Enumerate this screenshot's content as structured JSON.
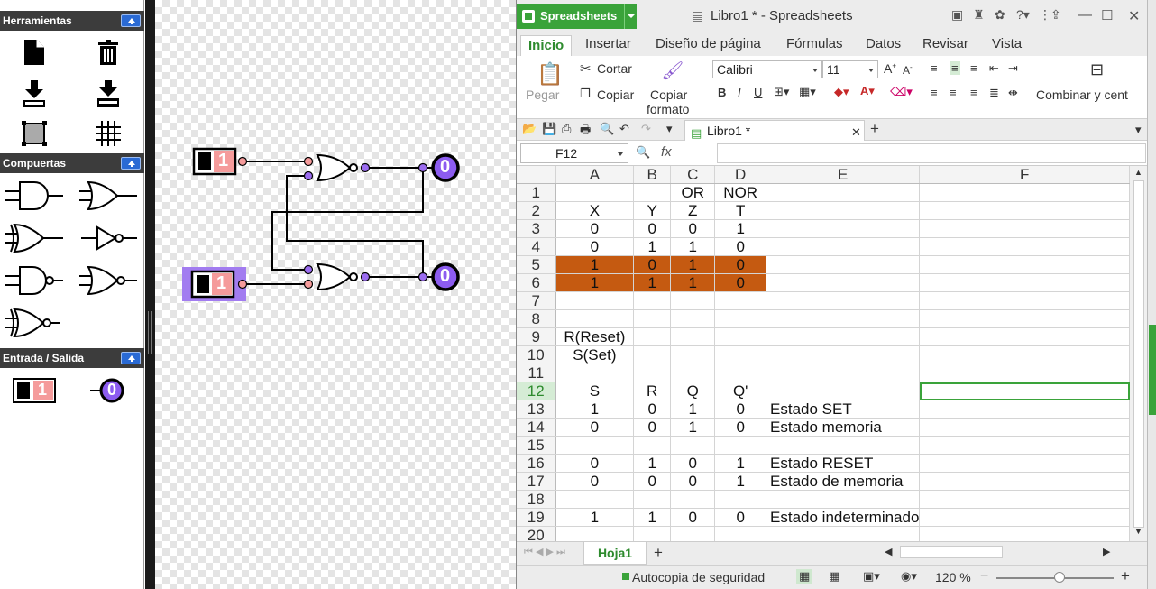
{
  "palette": {
    "sections": [
      {
        "title": "Herramientas"
      },
      {
        "title": "Compuertas"
      },
      {
        "title": "Entrada / Salida"
      }
    ],
    "io_input_value": "1",
    "io_output_value": "0"
  },
  "circuit": {
    "input_top_value": "1",
    "input_bottom_value": "1",
    "output_top_value": "0",
    "output_bottom_value": "0"
  },
  "app": {
    "name": "Spreadsheets",
    "doc_title": "Libro1 * - Spreadsheets",
    "tabs": [
      "Inicio",
      "Insertar",
      "Diseño de página",
      "Fórmulas",
      "Datos",
      "Revisar",
      "Vista"
    ],
    "active_tab": "Inicio"
  },
  "ribbon": {
    "pegar": "Pegar",
    "cortar": "Cortar",
    "copiar": "Copiar",
    "copiar_formato_1": "Copiar",
    "copiar_formato_2": "formato",
    "font_name": "Calibri",
    "font_size": "11",
    "combinar": "Combinar y cent"
  },
  "doc_tab": "Libro1 *",
  "name_box": "F12",
  "fx_label": "fx",
  "formula": "",
  "sheet": {
    "columns": [
      "A",
      "B",
      "C",
      "D",
      "E",
      "F"
    ],
    "rows": [
      {
        "n": "1",
        "cells": [
          "",
          "",
          "OR",
          "NOR",
          "",
          ""
        ]
      },
      {
        "n": "2",
        "cells": [
          "X",
          "Y",
          "Z",
          "T",
          "",
          ""
        ]
      },
      {
        "n": "3",
        "cells": [
          "0",
          "0",
          "0",
          "1",
          "",
          ""
        ]
      },
      {
        "n": "4",
        "cells": [
          "0",
          "1",
          "1",
          "0",
          "",
          ""
        ]
      },
      {
        "n": "5",
        "cells": [
          "1",
          "0",
          "1",
          "0",
          "",
          ""
        ]
      },
      {
        "n": "6",
        "cells": [
          "1",
          "1",
          "1",
          "0",
          "",
          ""
        ]
      },
      {
        "n": "7",
        "cells": [
          "",
          "",
          "",
          "",
          "",
          ""
        ]
      },
      {
        "n": "8",
        "cells": [
          "",
          "",
          "",
          "",
          "",
          ""
        ]
      },
      {
        "n": "9",
        "cells": [
          "R(Reset)",
          "",
          "",
          "",
          "",
          ""
        ]
      },
      {
        "n": "10",
        "cells": [
          "S(Set)",
          "",
          "",
          "",
          "",
          ""
        ]
      },
      {
        "n": "11",
        "cells": [
          "",
          "",
          "",
          "",
          "",
          ""
        ]
      },
      {
        "n": "12",
        "cells": [
          "S",
          "R",
          "Q",
          "Q'",
          "",
          ""
        ]
      },
      {
        "n": "13",
        "cells": [
          "1",
          "0",
          "1",
          "0",
          "Estado SET",
          ""
        ]
      },
      {
        "n": "14",
        "cells": [
          "0",
          "0",
          "1",
          "0",
          "Estado memoria",
          ""
        ]
      },
      {
        "n": "15",
        "cells": [
          "",
          "",
          "",
          "",
          "",
          ""
        ]
      },
      {
        "n": "16",
        "cells": [
          "0",
          "1",
          "0",
          "1",
          "Estado RESET",
          ""
        ]
      },
      {
        "n": "17",
        "cells": [
          "0",
          "0",
          "0",
          "1",
          "Estado de memoria",
          ""
        ]
      },
      {
        "n": "18",
        "cells": [
          "",
          "",
          "",
          "",
          "",
          ""
        ]
      },
      {
        "n": "19",
        "cells": [
          "1",
          "1",
          "0",
          "0",
          "Estado indeterminado",
          ""
        ]
      },
      {
        "n": "20",
        "cells": [
          "",
          "",
          "",
          "",
          "",
          ""
        ]
      }
    ],
    "highlight_color": "#c55a11",
    "selected_cell": "F12"
  },
  "sheet_tab": "Hoja1",
  "status": {
    "backup": "Autocopia de seguridad",
    "zoom": "120 %"
  },
  "colors": {
    "accent": "#3aa33a",
    "input_high": "#f59b9b",
    "output_circle": "#8c5cf0",
    "selection_glow": "#a27cf0"
  }
}
